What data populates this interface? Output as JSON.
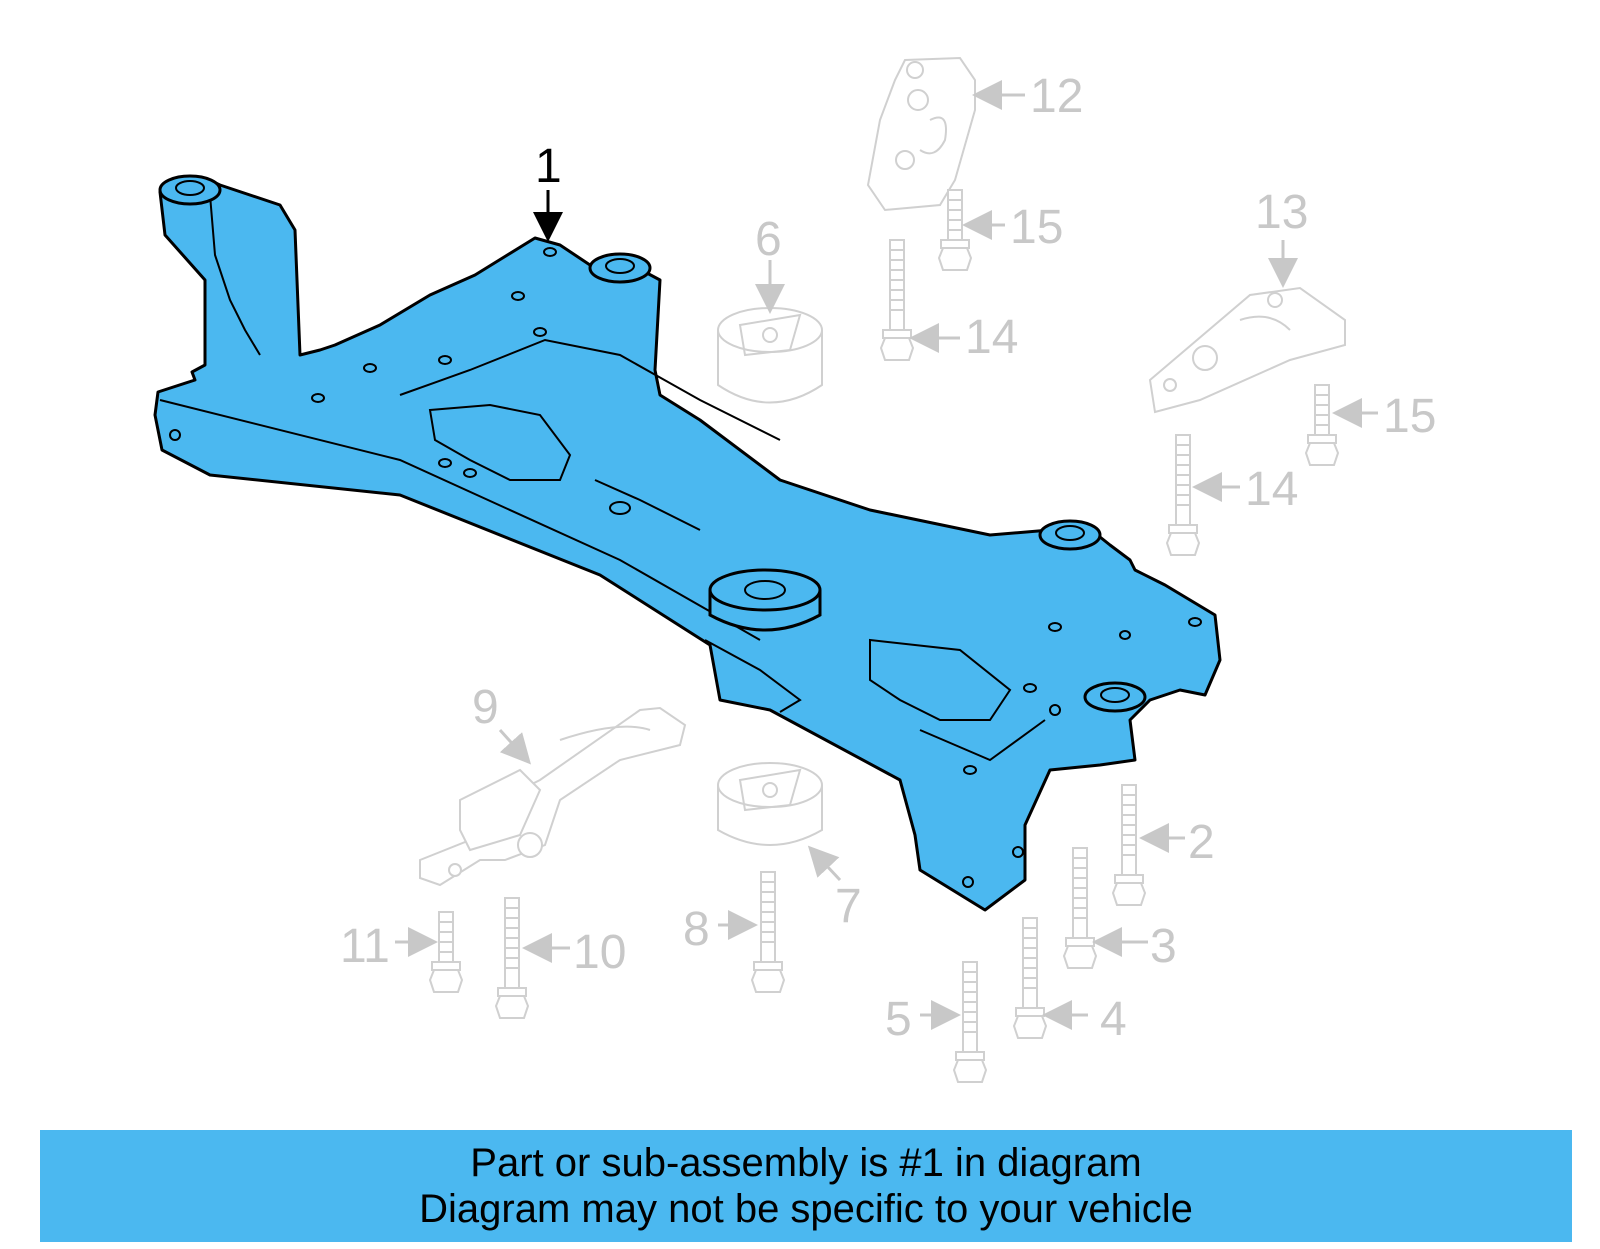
{
  "callouts": {
    "c1": "1",
    "c2": "2",
    "c3": "3",
    "c4": "4",
    "c5": "5",
    "c6": "6",
    "c7": "7",
    "c8": "8",
    "c9": "9",
    "c10": "10",
    "c11": "11",
    "c12": "12",
    "c13": "13",
    "c14a": "14",
    "c14b": "14",
    "c15a": "15",
    "c15b": "15"
  },
  "banner": {
    "line1": "Part or sub-assembly is #1 in diagram",
    "line2": "Diagram may not be specific to your vehicle"
  },
  "colors": {
    "highlight": "#4bb8f0",
    "ghost": "#c8c8c8"
  }
}
